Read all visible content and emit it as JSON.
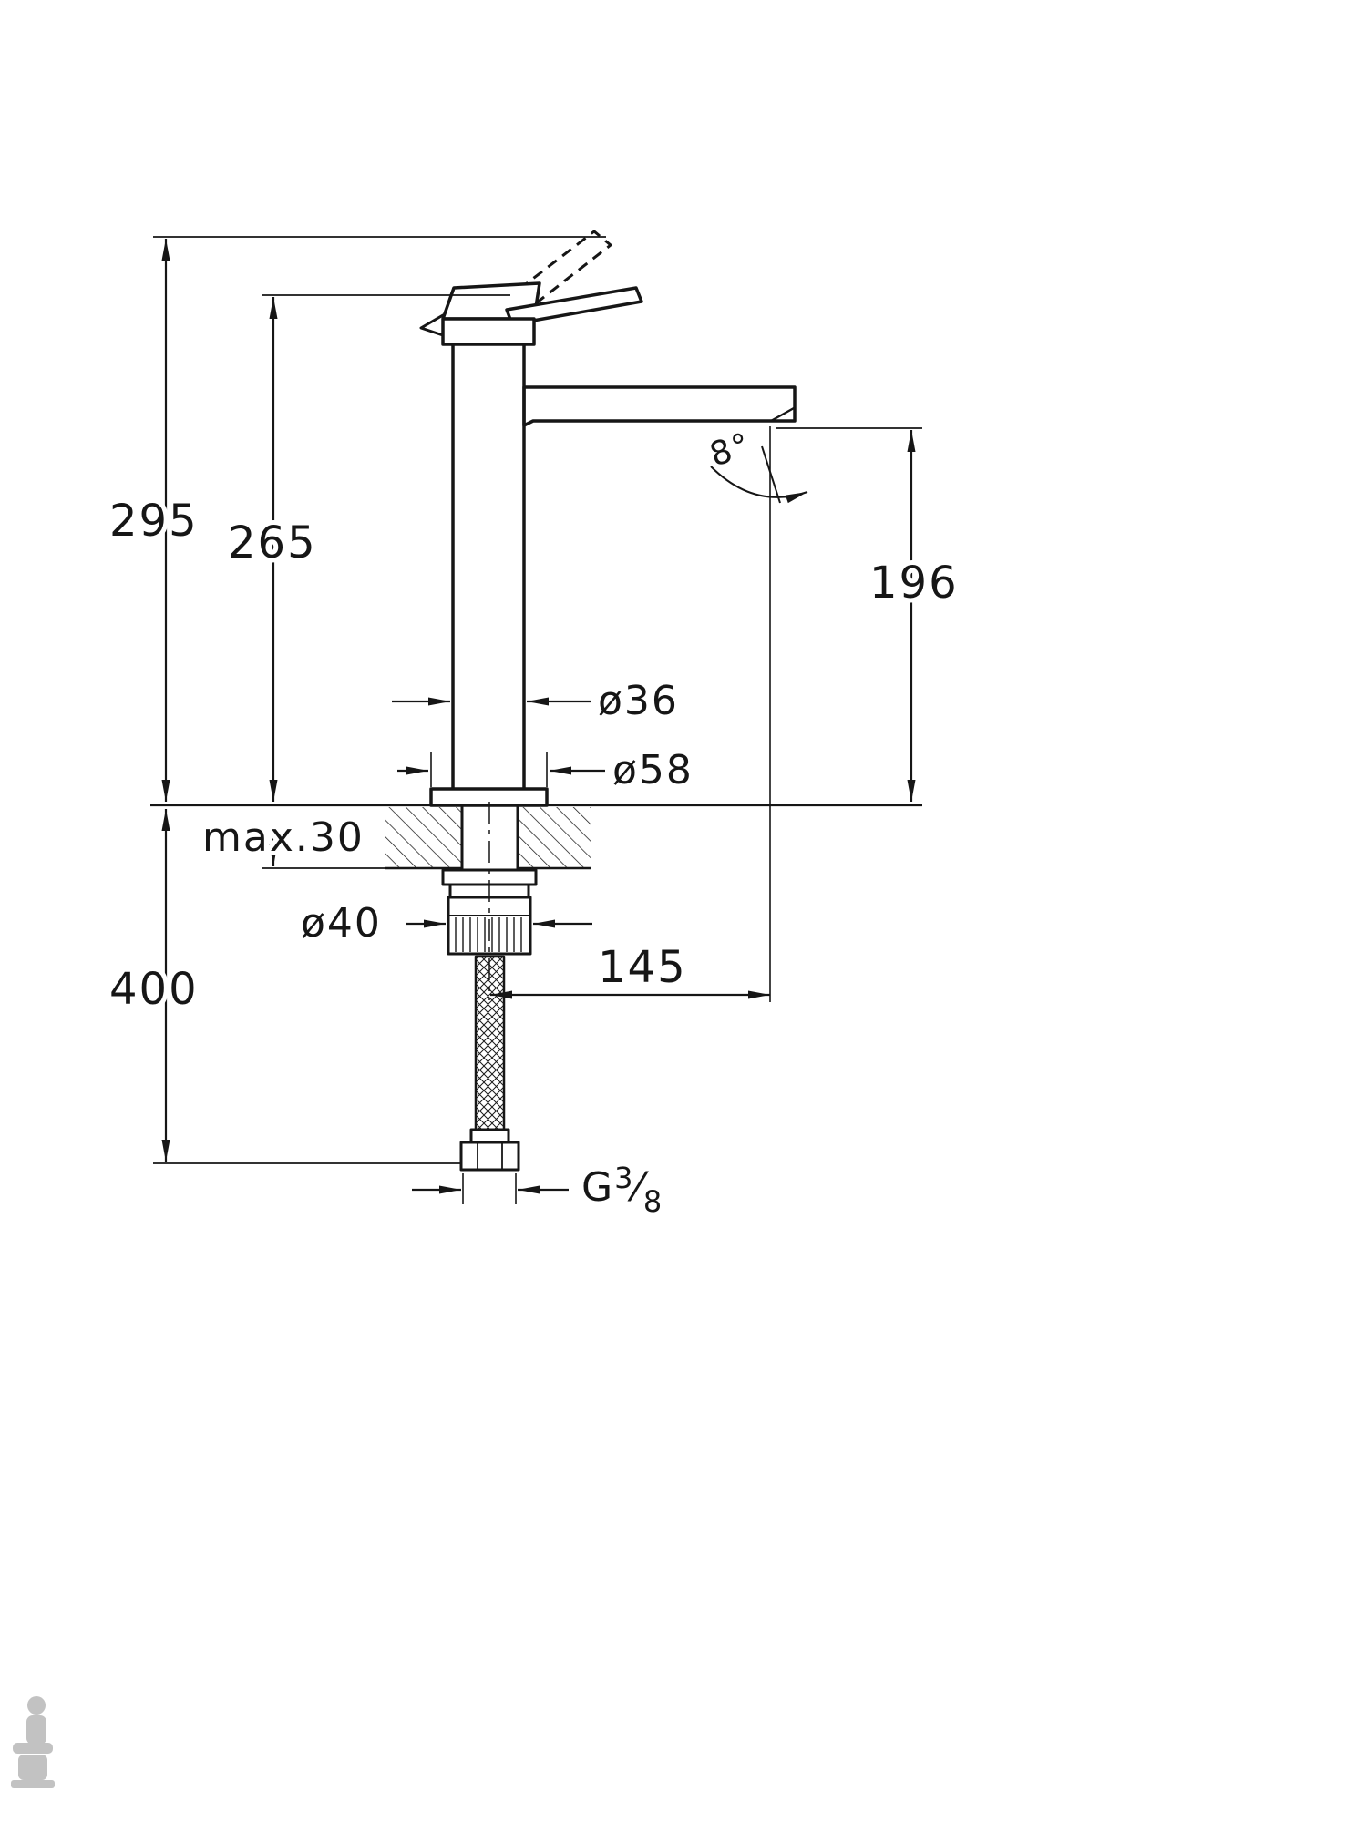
{
  "dimensions": {
    "total_height": "295",
    "body_top_height": "265",
    "spout_outlet_height": "196",
    "below_deck_length": "400",
    "max_deck_thickness": "max.30",
    "body_diameter": "ø36",
    "base_diameter": "ø58",
    "shank_nut_diameter": "ø40",
    "spout_reach": "145",
    "spout_angle": "8°",
    "supply_thread": {
      "prefix": "G",
      "numerator": "3",
      "slash": "⁄",
      "denominator": "8"
    }
  }
}
